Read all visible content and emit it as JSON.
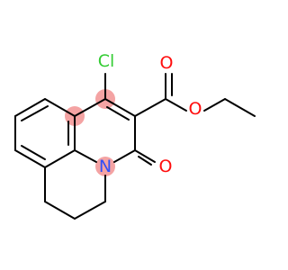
{
  "structure": {
    "atoms": [
      {
        "id": "cl",
        "label": "Cl",
        "color": "#33cc33"
      },
      {
        "id": "o_carbonyl_ester",
        "label": "O",
        "color": "#ff0d0d"
      },
      {
        "id": "o_ester",
        "label": "O",
        "color": "#ff0d0d"
      },
      {
        "id": "n_ring",
        "label": "N",
        "color": "#3050f8"
      },
      {
        "id": "o_lactam",
        "label": "O",
        "color": "#ff0d0d"
      }
    ],
    "highlight_color": "#f4a3a3",
    "bond_color": "#000000",
    "background": "#ffffff"
  }
}
